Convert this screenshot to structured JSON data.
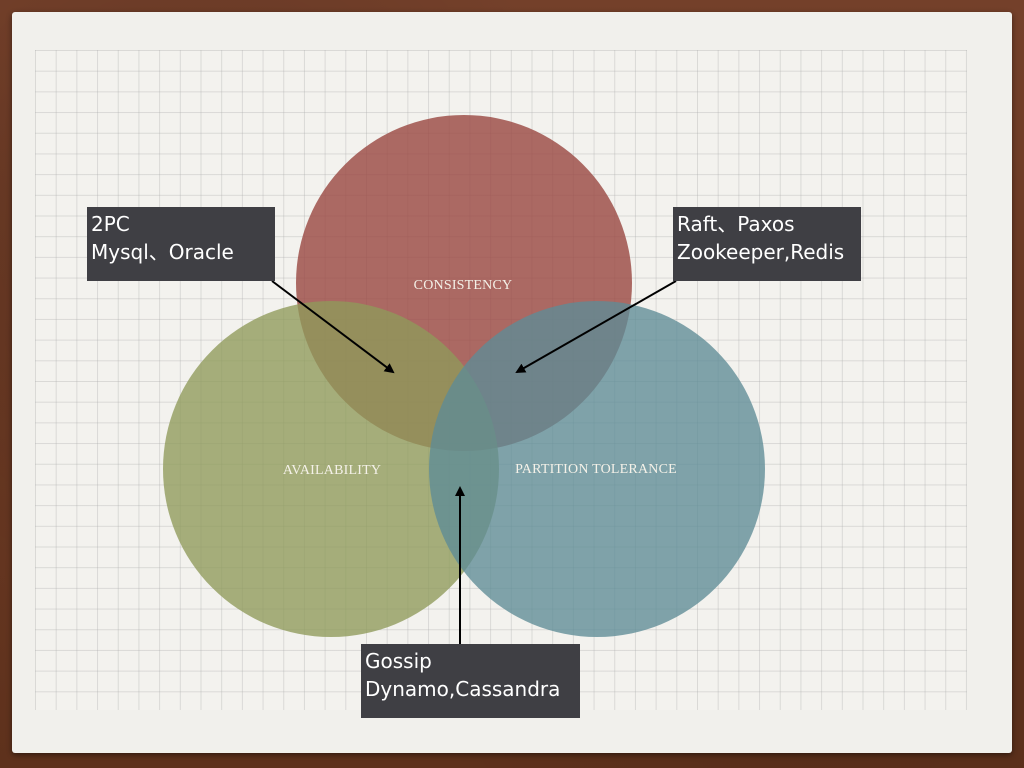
{
  "circles": {
    "consistency": {
      "label": "CONSISTENCY",
      "color": "#9b4a44"
    },
    "availability": {
      "label": "AVAILABILITY",
      "color": "#8e9a5a"
    },
    "partition_tolerance": {
      "label": "PARTITION TOLERANCE",
      "color": "#5e8c96"
    }
  },
  "callouts": {
    "ca": {
      "lines": [
        "2PC",
        "Mysql、Oracle"
      ]
    },
    "cp": {
      "lines": [
        "Raft、Paxos",
        "Zookeeper,Redis"
      ]
    },
    "ap": {
      "lines": [
        "Gossip",
        "Dynamo,Cassandra"
      ]
    }
  },
  "colors": {
    "callout_bg": "#3f3f44",
    "arrow": "#000000",
    "frame": "#6b3a22",
    "paper": "#f1f0ec"
  }
}
